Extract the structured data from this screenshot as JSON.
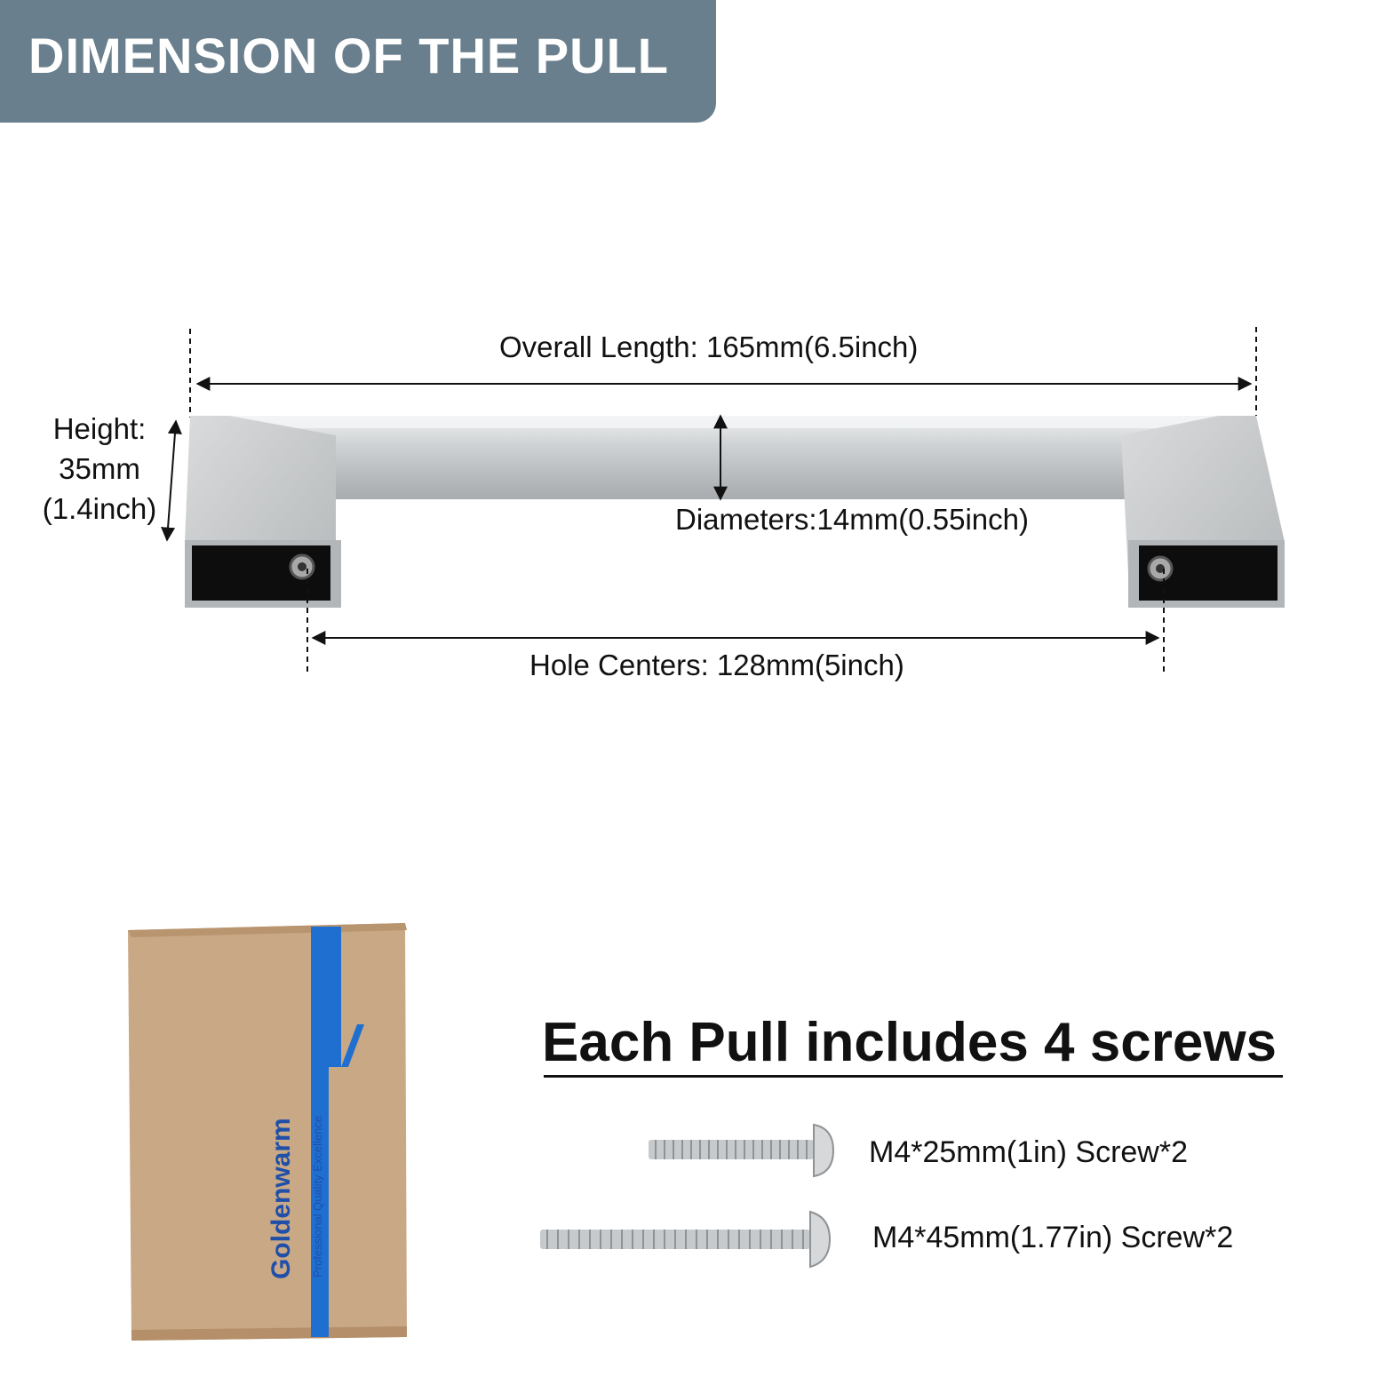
{
  "header": {
    "title": "DIMENSION OF THE PULL"
  },
  "dimensions": {
    "overall_length": "Overall Length: 165mm(6.5inch)",
    "height_line1": "Height:",
    "height_line2": "35mm",
    "height_line3": "(1.4inch)",
    "diameter": "Diameters:14mm(0.55inch)",
    "hole_centers": "Hole Centers: 128mm(5inch)"
  },
  "package": {
    "brand": "Goldenwarm",
    "tagline": "Professional Quality Excellence"
  },
  "screws": {
    "title": "Each Pull includes 4 screws",
    "items": [
      {
        "label": "M4*25mm(1in) Screw*2"
      },
      {
        "label": "M4*45mm(1.77in) Screw*2"
      }
    ]
  },
  "colors": {
    "banner": "#6a7f8d",
    "brand_blue": "#1f6fd1",
    "kraft": "#c9a886",
    "steel": "#c7cacc"
  }
}
